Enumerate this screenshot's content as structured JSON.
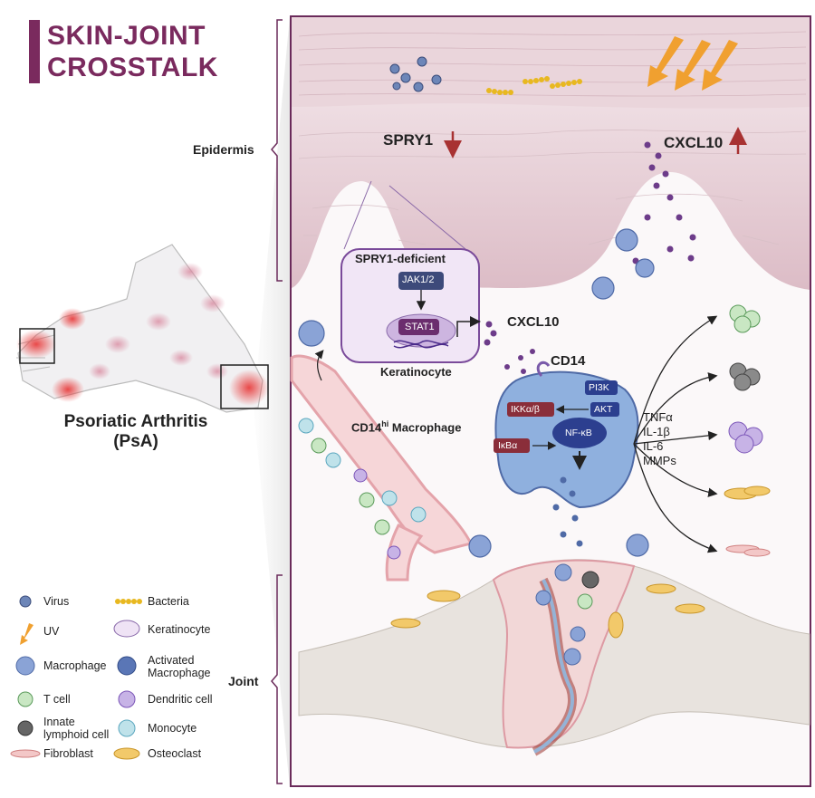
{
  "title": {
    "line1": "SKIN-JOINT",
    "line2": "CROSSTALK"
  },
  "condition": {
    "line1": "Psoriatic Arthritis",
    "line2": "(PsA)"
  },
  "regions": {
    "epidermis": "Epidermis",
    "joint": "Joint"
  },
  "genes": {
    "spry1": "SPRY1",
    "cxcl10": "CXCL10",
    "cxcl10_secreted": "CXCL10",
    "cd14": "CD14"
  },
  "keratinocyte_box": {
    "title": "SPRY1-deficient",
    "jak": "JAK1/2",
    "stat": "STAT1",
    "caption": "Keratinocyte"
  },
  "macrophage": {
    "label_prefix": "CD14",
    "label_sup": "hi",
    "label_suffix": " Macrophage",
    "pi3k": "PI3K",
    "ikk": "IKKα/β",
    "akt": "AKT",
    "ikba": "IκBα",
    "nfkb": "NF-κB"
  },
  "cytokines": [
    "TNFα",
    "IL-1β",
    "IL-6",
    "MMPs"
  ],
  "legend": {
    "virus": "Virus",
    "bacteria": "Bacteria",
    "uv": "UV",
    "keratinocyte": "Keratinocyte",
    "macrophage": "Macrophage",
    "activated_1": "Activated",
    "activated_2": "Macrophage",
    "tcell": "T cell",
    "dendritic": "Dendritic cell",
    "ilc_1": "Innate",
    "ilc_2": "lymphoid cell",
    "monocyte": "Monocyte",
    "fibroblast": "Fibroblast",
    "osteoclast": "Osteoclast"
  },
  "colors": {
    "title": "#7a2a5e",
    "frame": "#6a2a5a",
    "skin": "#e8d2d8",
    "epidermis_cells": "#efe2e4",
    "macrophage": "#8aa3d6",
    "keratinocyte_box": "#efe3f5",
    "arrow_down_up": "#b03a3a",
    "bone": "#e6e1db",
    "uv": "#f0a030",
    "bacteria": "#e8b820"
  },
  "icons": [
    "virus-icon",
    "bacteria-icon",
    "uv-icon",
    "macrophage-icon",
    "t-cell-icon",
    "ilc-icon",
    "fibroblast-icon",
    "dendritic-cell-icon",
    "monocyte-icon",
    "osteoclast-icon",
    "arm-icon"
  ]
}
